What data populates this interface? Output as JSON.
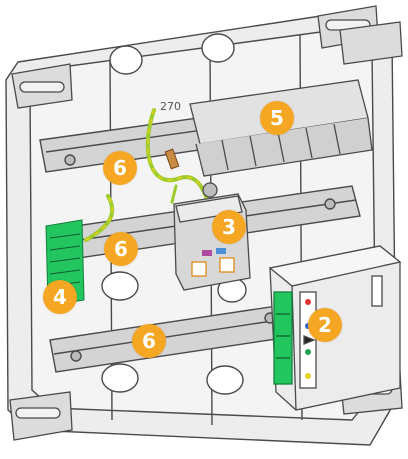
{
  "diagram": {
    "marking": "270",
    "colors": {
      "frame_stroke": "#4a4a4a",
      "frame_fill": "#e6e6e6",
      "rail_fill": "#cfcfcf",
      "terminal_green": "#22c55e",
      "cable_green": "#9ccc2c",
      "cable_yellow": "#e6d21a",
      "badge_orange": "#f5a623",
      "module_fill": "#d8d8d8"
    },
    "labels": [
      {
        "id": "callout-5",
        "text": "5"
      },
      {
        "id": "callout-6-top",
        "text": "6"
      },
      {
        "id": "callout-3",
        "text": "3"
      },
      {
        "id": "callout-6-middle",
        "text": "6"
      },
      {
        "id": "callout-4",
        "text": "4"
      },
      {
        "id": "callout-2",
        "text": "2"
      },
      {
        "id": "callout-6-bottom",
        "text": "6"
      }
    ]
  }
}
